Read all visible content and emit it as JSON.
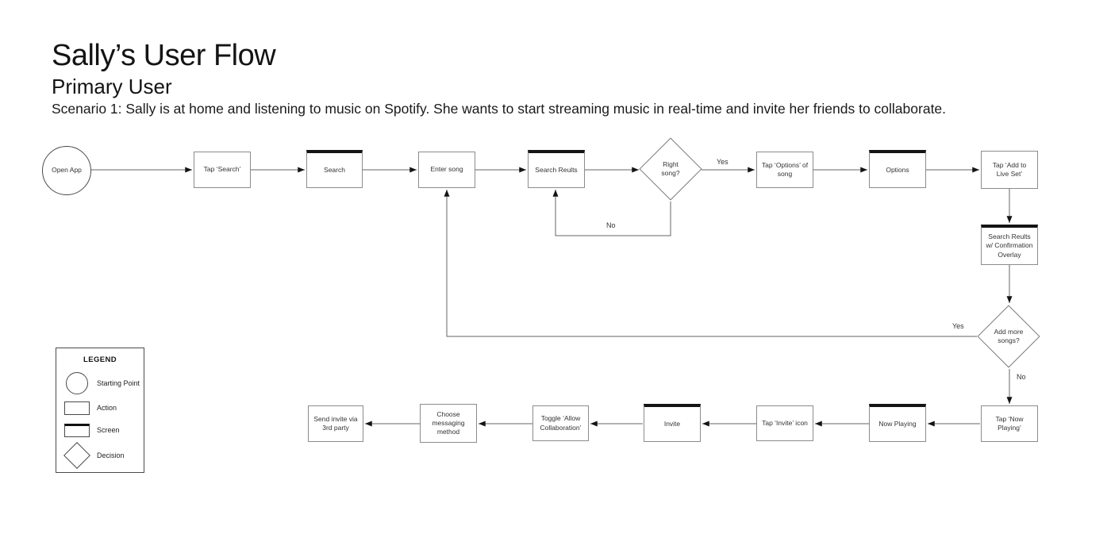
{
  "header": {
    "title": "Sally’s User Flow",
    "subtitle": "Primary User",
    "scenario": "Scenario 1: Sally is at home and listening to music on Spotify. She wants to start streaming music in real-time and invite her friends to collaborate."
  },
  "flow": {
    "nodes": [
      {
        "id": "open-app",
        "type": "start",
        "label": "Open App"
      },
      {
        "id": "tap-search",
        "type": "action",
        "label": "Tap ‘Search’"
      },
      {
        "id": "search-screen",
        "type": "screen",
        "label": "Search"
      },
      {
        "id": "enter-song",
        "type": "action",
        "label": "Enter song"
      },
      {
        "id": "search-reults-screen",
        "type": "screen",
        "label": "Search Reults"
      },
      {
        "id": "right-song",
        "type": "decision",
        "label": "Right song?"
      },
      {
        "id": "tap-options-of-song",
        "type": "action",
        "label": "Tap ‘Options’ of song"
      },
      {
        "id": "options-screen",
        "type": "screen",
        "label": "Options"
      },
      {
        "id": "tap-add-to-live-set",
        "type": "action",
        "label": "Tap ‘Add to Live Set’"
      },
      {
        "id": "search-reults-confirmation-screen",
        "type": "screen",
        "label": "Search Reults w/ Confirmation Overlay"
      },
      {
        "id": "add-more-songs",
        "type": "decision",
        "label": "Add more songs?"
      },
      {
        "id": "tap-now-playing",
        "type": "action",
        "label": "Tap ‘Now Playing’"
      },
      {
        "id": "now-playing-screen",
        "type": "screen",
        "label": "Now Playing"
      },
      {
        "id": "tap-invite-icon",
        "type": "action",
        "label": "Tap ‘Invite’ icon"
      },
      {
        "id": "invite-screen",
        "type": "screen",
        "label": "Invite"
      },
      {
        "id": "toggle-allow-collaboration",
        "type": "action",
        "label": "Toggle ‘Allow Collaboration’"
      },
      {
        "id": "choose-messaging-method",
        "type": "action",
        "label": "Choose messaging method"
      },
      {
        "id": "send-invite-via-3rd-party",
        "type": "action",
        "label": "Send invite via 3rd party"
      }
    ],
    "edge_labels": {
      "right_song_yes": "Yes",
      "right_song_no": "No",
      "add_more_songs_yes": "Yes",
      "add_more_songs_no": "No"
    }
  },
  "legend": {
    "title": "LEGEND",
    "items": [
      {
        "shape": "circle",
        "label": "Starting Point"
      },
      {
        "shape": "rect",
        "label": "Action"
      },
      {
        "shape": "screen-rect",
        "label": "Screen"
      },
      {
        "shape": "diamond",
        "label": "Decision"
      }
    ]
  },
  "colors": {
    "background": "#ffffff",
    "node_border": "#8c8c8c",
    "screen_top_bar": "#141414",
    "connector": "#666666",
    "arrowhead": "#141414",
    "text": "#333333"
  }
}
